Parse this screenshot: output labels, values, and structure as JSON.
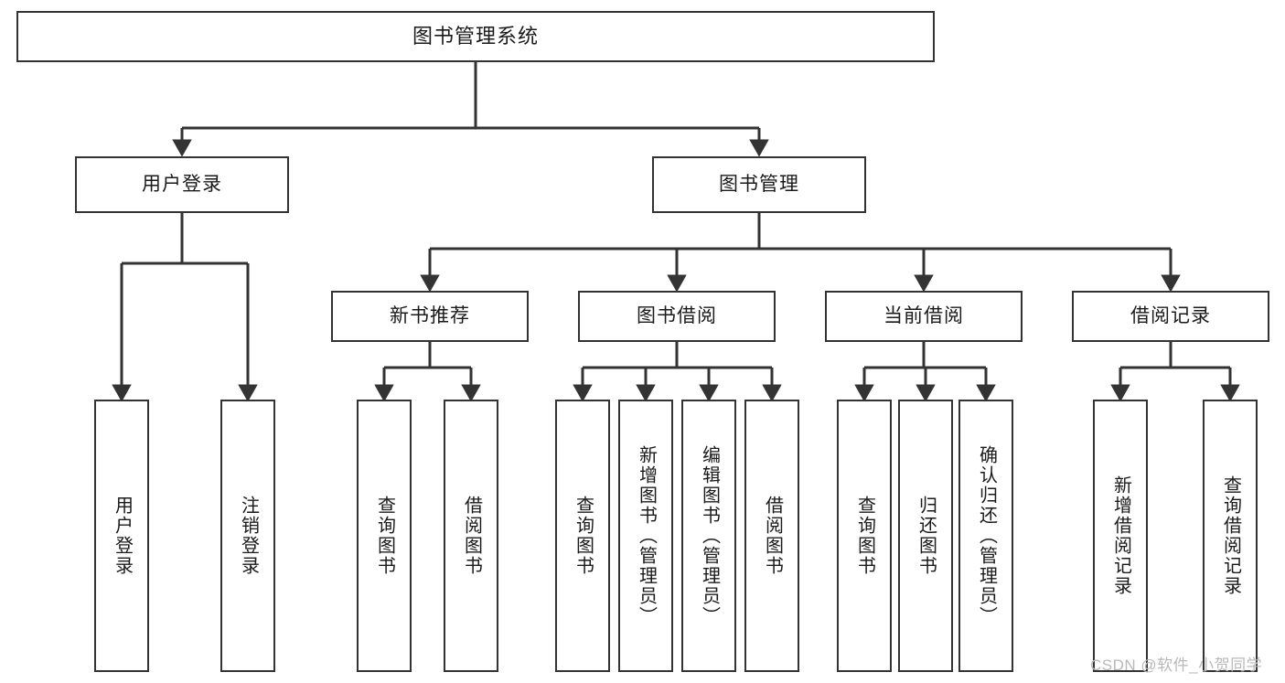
{
  "diagram": {
    "title": "图书管理系统",
    "type": "tree-hierarchy",
    "watermark": "CSDN @软件_小贺同学",
    "colors": {
      "stroke": "#333333",
      "fill": "#ffffff",
      "text": "#1a1a1a",
      "watermark": "#b9b9b9"
    },
    "root": {
      "label": "图书管理系统"
    },
    "level2": [
      {
        "label": "用户登录"
      },
      {
        "label": "图书管理"
      }
    ],
    "level3": [
      {
        "label": "新书推荐"
      },
      {
        "label": "图书借阅"
      },
      {
        "label": "当前借阅"
      },
      {
        "label": "借阅记录"
      }
    ],
    "leaves": {
      "user_login": [
        {
          "label": "用户登录"
        },
        {
          "label": "注销登录"
        }
      ],
      "new_book": [
        {
          "label": "查询图书"
        },
        {
          "label": "借阅图书"
        }
      ],
      "book_borrow": [
        {
          "label": "查询图书"
        },
        {
          "label": "新增图书（管理员）"
        },
        {
          "label": "编辑图书（管理员）"
        },
        {
          "label": "借阅图书"
        }
      ],
      "current_borrow": [
        {
          "label": "查询图书"
        },
        {
          "label": "归还图书"
        },
        {
          "label": "确认归还（管理员）"
        }
      ],
      "borrow_record": [
        {
          "label": "新增借阅记录"
        },
        {
          "label": "查询借阅记录"
        }
      ]
    }
  }
}
